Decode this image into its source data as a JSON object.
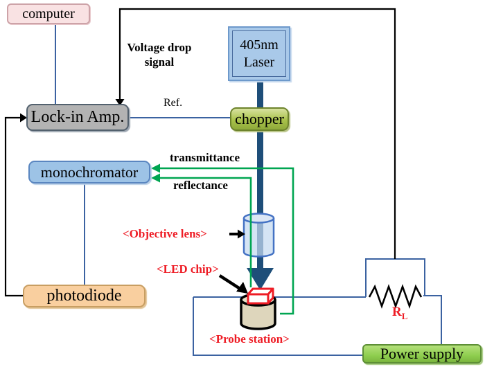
{
  "diagram": {
    "boxes": {
      "computer": "computer",
      "lock_in_amp": "Lock-in Amp.",
      "monochromator": "monochromator",
      "photodiode": "photodiode",
      "laser_line1": "405nm",
      "laser_line2": "Laser",
      "chopper": "chopper",
      "power_supply": "Power supply"
    },
    "labels": {
      "voltage_drop_line1": "Voltage drop",
      "voltage_drop_line2": "signal",
      "ref": "Ref.",
      "transmittance": "transmittance",
      "reflectance": "reflectance",
      "objective_lens": "<Objective lens>",
      "led_chip": "<LED chip>",
      "probe_station": "<Probe station>",
      "load_resistor": "R",
      "load_resistor_sub": "L"
    },
    "colors": {
      "signal_wire_blue": "#3b62a1",
      "laser_beam_blue": "#1e4e79",
      "optical_path_green": "#00a551",
      "annotation_red": "#ee1c25",
      "computer_fill": "#f9e2e3",
      "lock_in_fill": "#b3b3b3",
      "monochromator_fill": "#9dc3e6",
      "photodiode_fill": "#f9cf9f",
      "laser_fill": "#a9c9e9",
      "chopper_fill": "#a9c24a",
      "power_supply_fill": "#8fce4f",
      "probe_station_fill": "#ded6bc"
    }
  }
}
